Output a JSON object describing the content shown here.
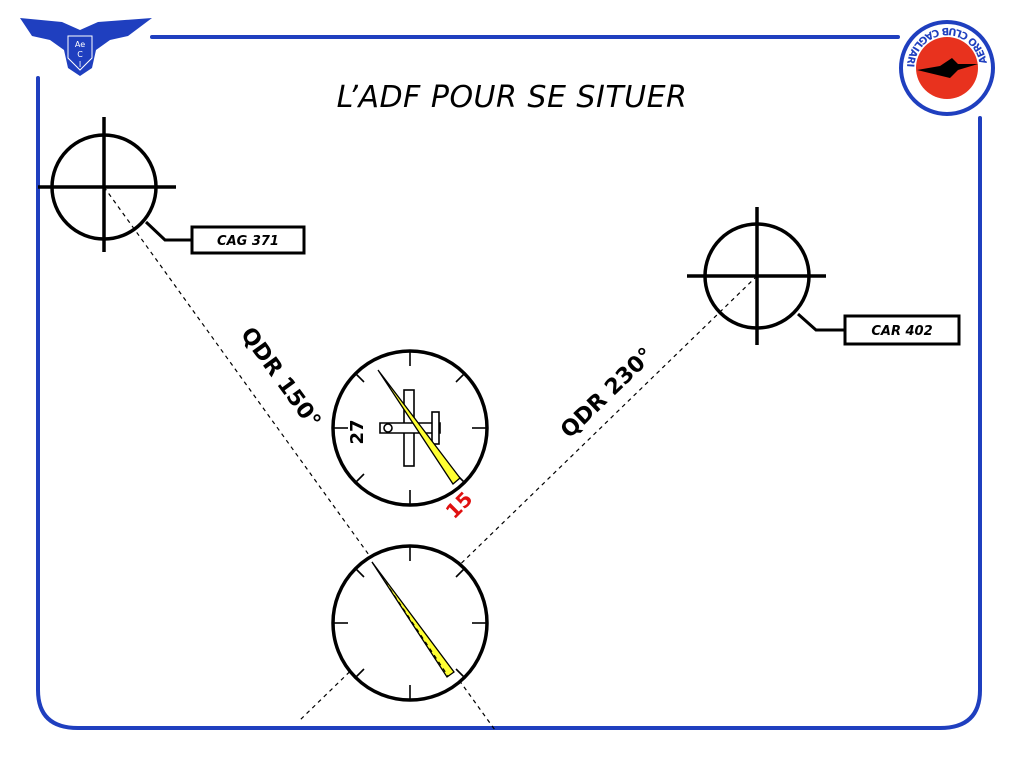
{
  "slide": {
    "title": "L’ADF POUR SE SITUER",
    "accent_color": "#1f3fbf",
    "left_logo": {
      "icon": "aeci-eagle-logo-icon",
      "text": [
        "Ae",
        "C",
        "I"
      ]
    },
    "right_logo": {
      "icon": "aero-club-cagliari-seal-icon",
      "text": "AERO CLUB CAGLIARI"
    }
  },
  "stations": [
    {
      "id": "CAG 371",
      "label": "CAG 371"
    },
    {
      "id": "CAR 402",
      "label": "CAR 402"
    }
  ],
  "radials": [
    {
      "label": "QDR 150°",
      "bearing_deg": 150
    },
    {
      "label": "QDR 230°",
      "bearing_deg": 230
    }
  ],
  "adf_indicator": {
    "numbers": [
      {
        "text": "27",
        "color": "#000000"
      },
      {
        "text": "15",
        "color": "#e01010"
      }
    ],
    "needle_color": "#ffff33"
  }
}
